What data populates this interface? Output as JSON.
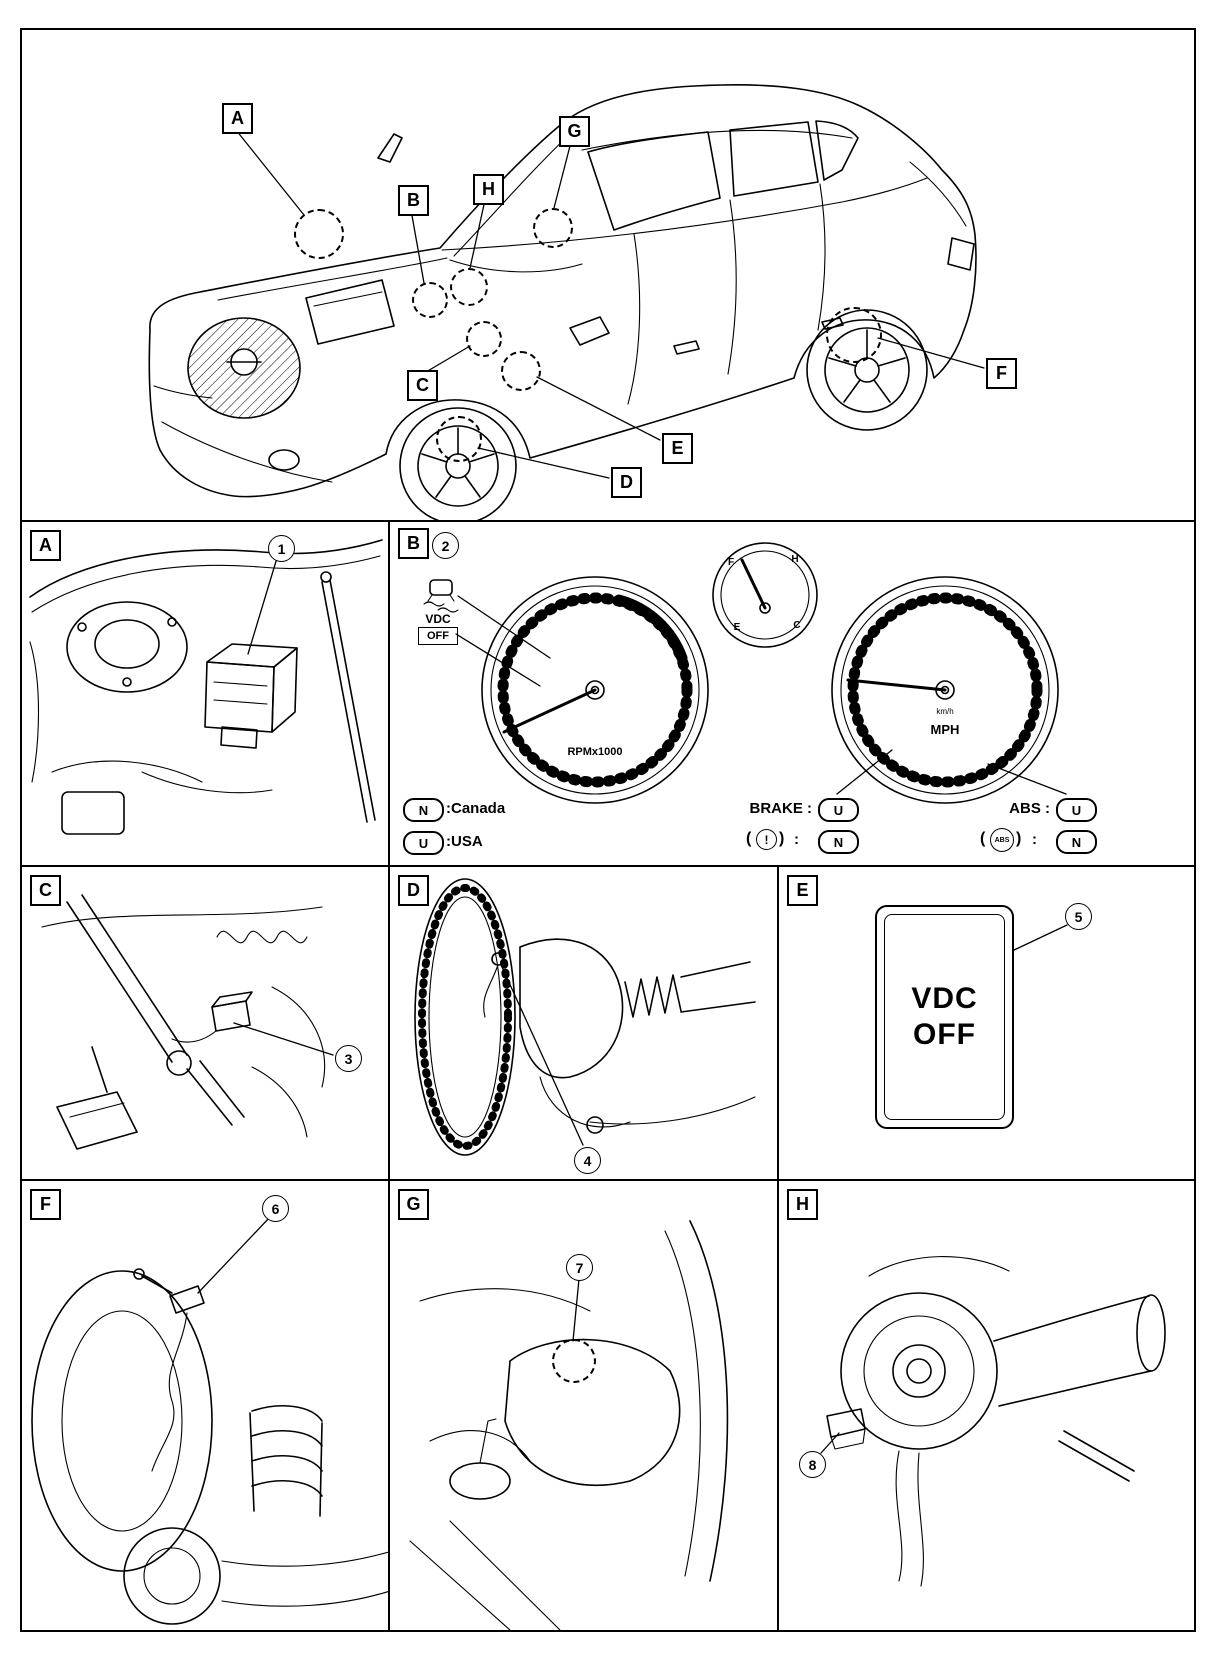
{
  "location_labels": {
    "a": "A",
    "b": "B",
    "c": "C",
    "d": "D",
    "e": "E",
    "f": "F",
    "g": "G",
    "h": "H"
  },
  "callouts": {
    "c1": "1",
    "c2": "2",
    "c3": "3",
    "c4": "4",
    "c5": "5",
    "c6": "6",
    "c7": "7",
    "c8": "8"
  },
  "cluster": {
    "vdc_indicator": {
      "icon_label": "VDC",
      "off_label": "OFF"
    },
    "tachometer": {
      "unit_label": "RPMx1000"
    },
    "fuel_temp_gauge": {
      "full": "F",
      "hot": "H",
      "empty": "E",
      "cold": "C"
    },
    "speedometer": {
      "minor_unit": "km/h",
      "major_unit": "MPH"
    },
    "legend": {
      "canada_badge": "N",
      "canada_label": ":Canada",
      "usa_badge": "U",
      "usa_label": ":USA",
      "brake_label": "BRAKE :",
      "brake_usa_badge": "U",
      "brake_icon": "!",
      "brake_canada_badge": "N",
      "abs_label": "ABS :",
      "abs_usa_badge": "U",
      "abs_icon": "ABS",
      "abs_canada_badge": "N",
      "colon": ":",
      "paren_open": "(",
      "paren_close": ")"
    }
  },
  "vdc_switch": {
    "line1": "VDC",
    "line2": "OFF"
  }
}
